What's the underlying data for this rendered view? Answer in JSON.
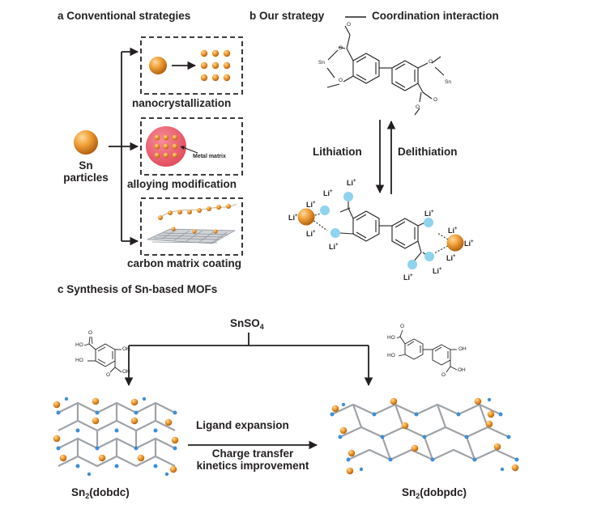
{
  "panel_a": {
    "title": "a Conventional strategies",
    "sn_label_line1": "Sn",
    "sn_label_line2": "particles",
    "row1_caption": "nanocrystallization",
    "row2_caption": "alloying modification",
    "row2_inner_label": "Metal matrix",
    "row3_caption": "carbon matrix coating"
  },
  "panel_b": {
    "title": "b Our strategy",
    "title_suffix": "Coordination  interaction",
    "lithiation_label": "Lithiation",
    "delithiation_label": "Delithiation",
    "sn_atom_label": "Sn",
    "o_atom_label": "O",
    "li_label": "Li",
    "li_superscript": "+"
  },
  "panel_c": {
    "title": "c Synthesis of Sn-based MOFs",
    "reagent_main": "SnSO",
    "reagent_sub": "4",
    "arrow_label_top": "Ligand  expansion",
    "arrow_label_bottom_line1": "Charge transfer",
    "arrow_label_bottom_line2": "kinetics improvement",
    "mof1_main": "Sn",
    "mof1_sub": "2",
    "mof1_tail": "(dobdc)",
    "mof2_main": "Sn",
    "mof2_sub": "2",
    "mof2_tail": "(dobpdc)",
    "linker_labels": {
      "ho": "HO",
      "oh": "OH",
      "o": "O"
    }
  },
  "colors": {
    "sn_orange": "#f2a33a",
    "sn_orange_dark": "#c9741b",
    "metal_matrix_red": "#ec5a6b",
    "li_highlight_blue": "#8fd3ee",
    "framework_gray": "#9fa3a8",
    "framework_blue": "#3f8fd6",
    "ink": "#231f20"
  }
}
